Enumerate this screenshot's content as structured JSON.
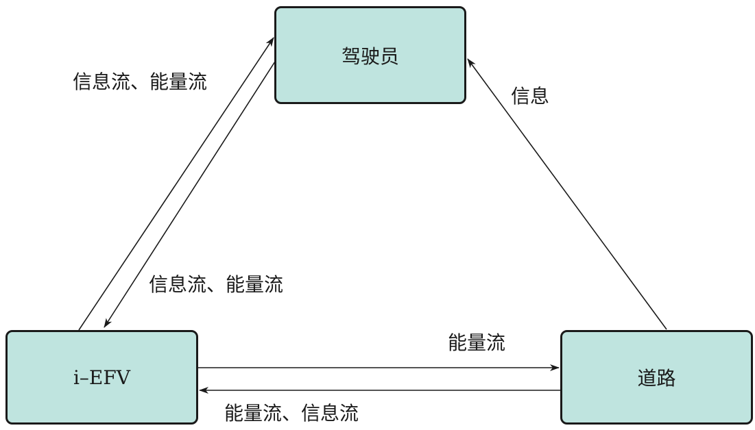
{
  "colors": {
    "node_fill": "#bfe4df",
    "stroke": "#1a1a1a",
    "background": "#ffffff"
  },
  "nodes": {
    "driver": "驾驶员",
    "vehicle": "i–EFV",
    "road": "道路"
  },
  "edges": {
    "vehicle_to_driver": "信息流、能量流",
    "driver_to_vehicle": "信息流、能量流",
    "road_to_driver": "信息",
    "vehicle_to_road": "能量流",
    "road_to_vehicle": "能量流、信息流"
  }
}
